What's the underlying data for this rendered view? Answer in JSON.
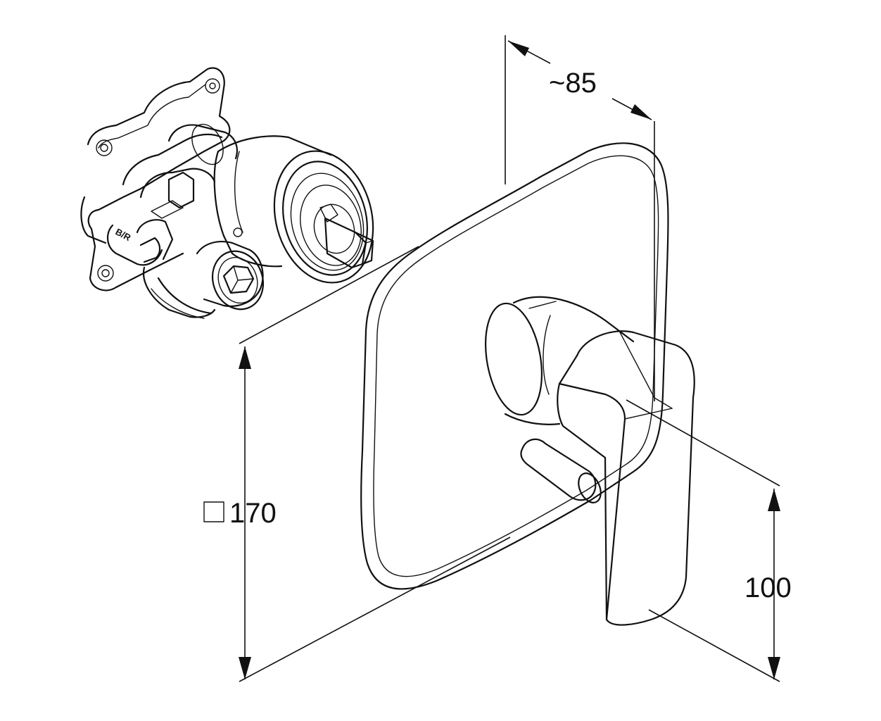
{
  "dimensions": {
    "depth_label": "~85",
    "plate_size_label": "170",
    "plate_size_symbol": "square-icon",
    "lever_height_label": "100"
  },
  "body_marking": "B/R",
  "colors": {
    "line": "#111111",
    "background": "#ffffff"
  }
}
